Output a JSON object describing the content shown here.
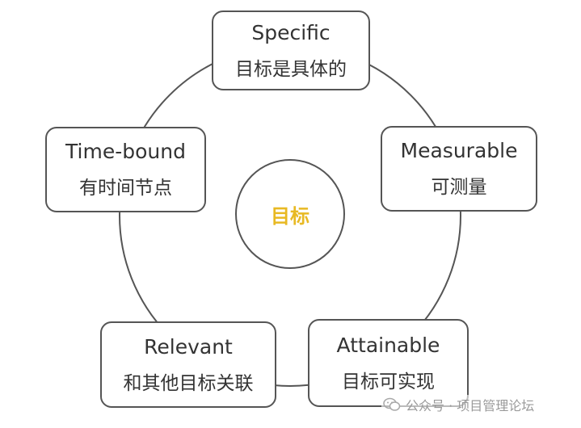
{
  "center": {
    "label": "目标",
    "color": "#E8B923"
  },
  "nodes": {
    "specific": {
      "en": "Specific",
      "zh": "目标是具体的"
    },
    "measurable": {
      "en": "Measurable",
      "zh": "可测量"
    },
    "attainable": {
      "en": "Attainable",
      "zh": "目标可实现"
    },
    "relevant": {
      "en": "Relevant",
      "zh": "和其他目标关联"
    },
    "timebound": {
      "en": "Time-bound",
      "zh": "有时间节点"
    }
  },
  "watermark": {
    "text": "公众号 · 项目管理论坛",
    "icon": "wechat-icon"
  },
  "colors": {
    "line": "#555555",
    "text": "#333333",
    "accent": "#E8B923"
  }
}
